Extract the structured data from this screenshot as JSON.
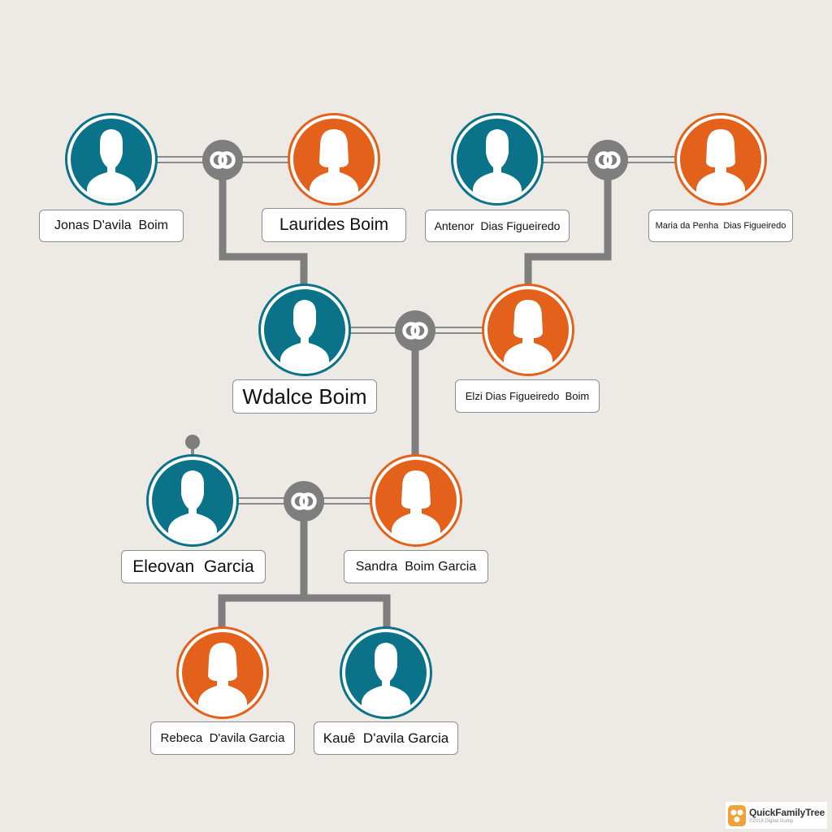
{
  "people": {
    "jonas": {
      "name": "Jonas D'avila  Boim",
      "gender": "male"
    },
    "laurides": {
      "name": "Laurides Boim",
      "gender": "female"
    },
    "antenor": {
      "name": "Antenor  Dias Figueiredo",
      "gender": "male"
    },
    "maria": {
      "name": "Maria da Penha  Dias Figueiredo",
      "gender": "female"
    },
    "wdalce": {
      "name": "Wdalce Boim",
      "gender": "male"
    },
    "elzi": {
      "name": "Elzi Dias Figueiredo  Boim",
      "gender": "female"
    },
    "eleovan": {
      "name": "Eleovan  Garcia",
      "gender": "male"
    },
    "sandra": {
      "name": "Sandra  Boim Garcia",
      "gender": "female"
    },
    "rebeca": {
      "name": "Rebeca  D'avila Garcia",
      "gender": "female"
    },
    "kaue": {
      "name": "Kauê  D'avila Garcia",
      "gender": "male"
    }
  },
  "relationships": [
    {
      "union": [
        "jonas",
        "laurides"
      ],
      "children": [
        "wdalce"
      ]
    },
    {
      "union": [
        "antenor",
        "maria"
      ],
      "children": [
        "elzi"
      ]
    },
    {
      "union": [
        "wdalce",
        "elzi"
      ],
      "children": [
        "sandra"
      ]
    },
    {
      "union": [
        "eleovan",
        "sandra"
      ],
      "children": [
        "rebeca",
        "kaue"
      ]
    }
  ],
  "colors": {
    "male": "#0b7389",
    "female": "#e4611c",
    "connector": "#7e7e7e",
    "background": "#ede9e4"
  },
  "icons": {
    "union": "link-rings-icon",
    "person": "person-silhouette-icon"
  },
  "branding": {
    "name": "QuickFamilyTree",
    "sub": "©2018 Digital Gump"
  }
}
